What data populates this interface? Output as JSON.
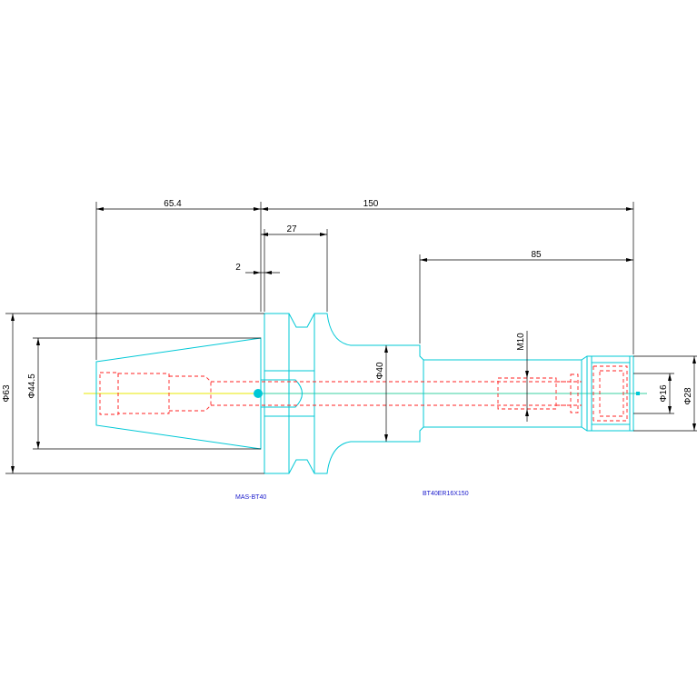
{
  "drawing": {
    "title_left": "MAS-BT40",
    "title_right": "BT40ER16X150",
    "colors": {
      "outline": "#00c8d6",
      "hidden": "#ff2222",
      "center": "#e8e800",
      "dimension": "#000000",
      "label": "#1a1acc"
    },
    "dimensions": {
      "d_65_4": "65.4",
      "d_150": "150",
      "d_27": "27",
      "d_2": "2",
      "d_85": "85",
      "d_m10": "M10",
      "d_phi63": "Φ63",
      "d_phi44_5": "Φ44.5",
      "d_phi40": "Φ40",
      "d_phi16": "Φ16",
      "d_phi28": "Φ28"
    }
  }
}
